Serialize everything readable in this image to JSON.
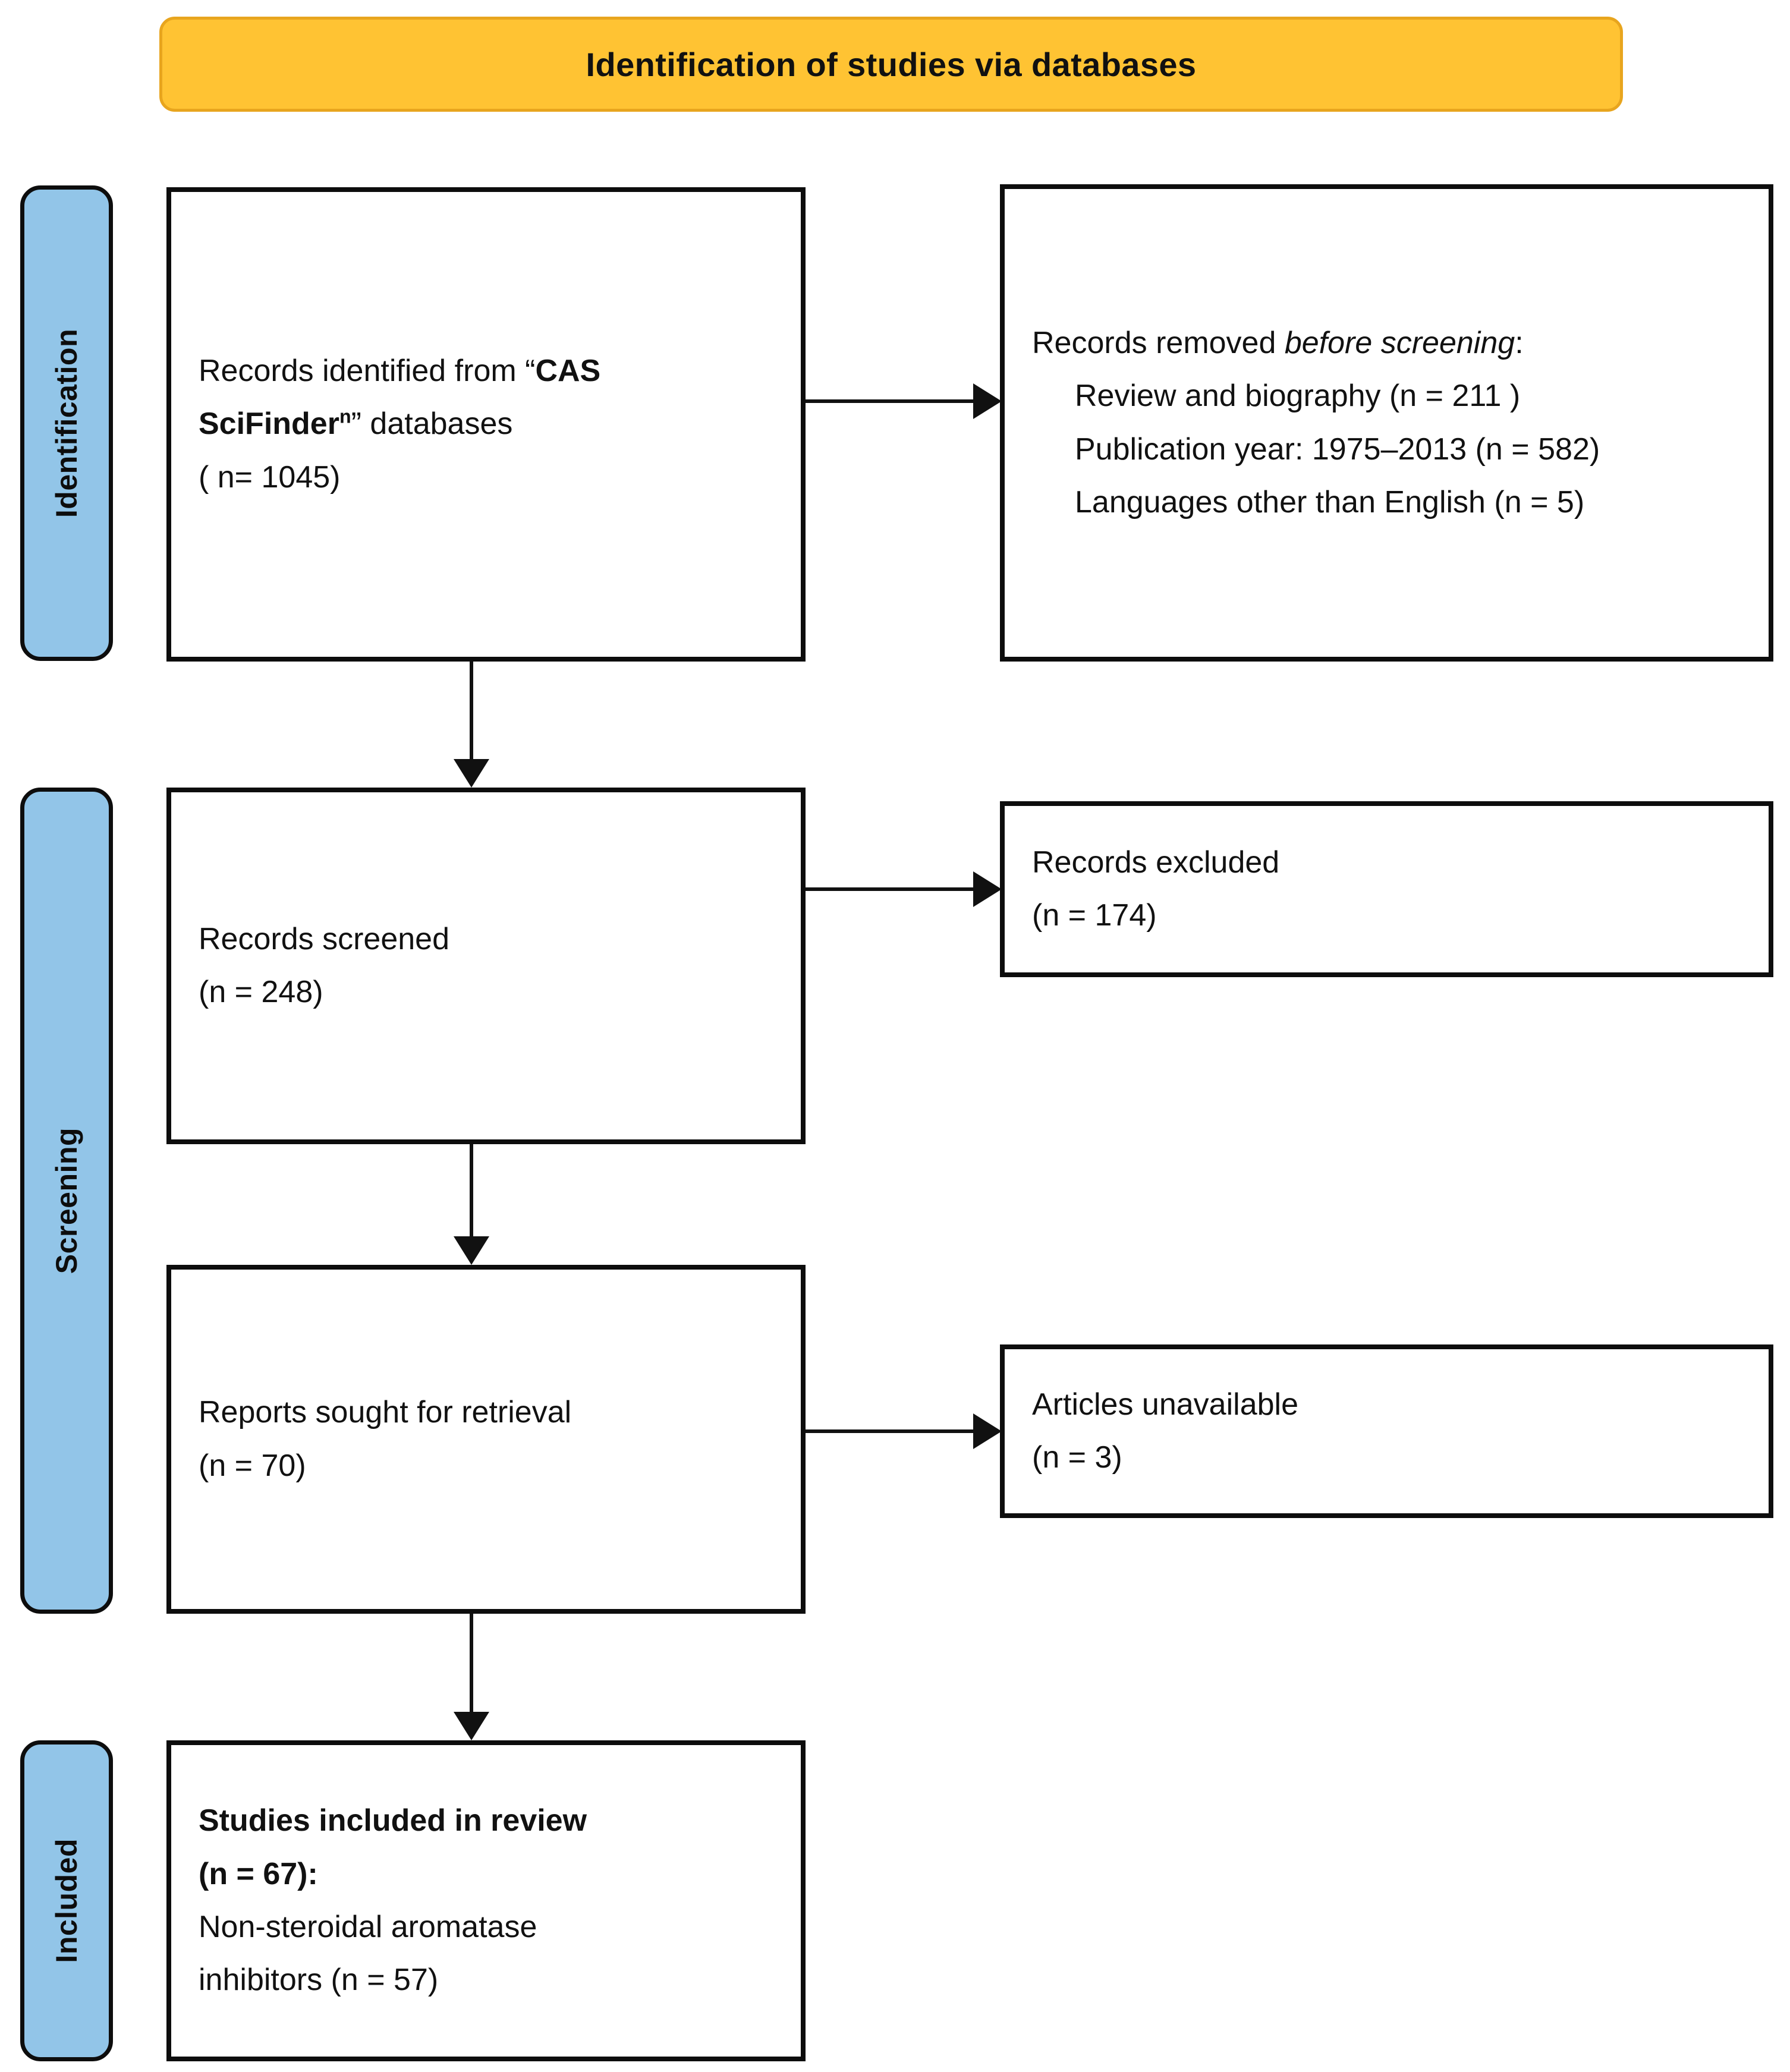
{
  "banner": {
    "title": "Identification of studies via databases"
  },
  "colors": {
    "banner_fill": "#FFC333",
    "banner_border": "#E8A51E",
    "stage_fill": "#92C5E8",
    "stroke": "#0d0d0d",
    "box_fill": "#ffffff",
    "text": "#111111"
  },
  "stages": [
    {
      "label": "Identification"
    },
    {
      "label": "Screening"
    },
    {
      "label": "Included"
    }
  ],
  "boxes": {
    "identified": {
      "line1_pre": "Records identified from “",
      "line1_bold": "CAS",
      "line2_bold": "SciFinder",
      "line2_sup": "n",
      "line2_post": "” databases",
      "line3": "( n= 1045)"
    },
    "removed": {
      "title_pre": "Records removed ",
      "title_italic": "before screening",
      "title_post": ":",
      "items": [
        "Review and biography (n = 211 )",
        "Publication year: 1975–2013 (n = 582)",
        "Languages other than English (n = 5)"
      ]
    },
    "screened": {
      "line1": "Records screened",
      "line2": "(n = 248)"
    },
    "excluded": {
      "line1": "Records excluded",
      "line2": "(n = 174)"
    },
    "sought": {
      "line1": "Reports sought for retrieval",
      "line2": "(n = 70)"
    },
    "unavailable": {
      "line1": "Articles unavailable",
      "line2": "(n = 3)"
    },
    "included": {
      "line1_bold": "Studies included in review",
      "line2_bold": "(n = 67):",
      "line3": "Non-steroidal aromatase",
      "line4": "inhibitors (n = 57)"
    }
  },
  "arrows": [
    {
      "name": "identified-to-removed",
      "direction": "right"
    },
    {
      "name": "identified-to-screened",
      "direction": "down"
    },
    {
      "name": "screened-to-excluded",
      "direction": "right"
    },
    {
      "name": "screened-to-sought",
      "direction": "down"
    },
    {
      "name": "sought-to-unavailable",
      "direction": "right"
    },
    {
      "name": "sought-to-included",
      "direction": "down"
    }
  ]
}
